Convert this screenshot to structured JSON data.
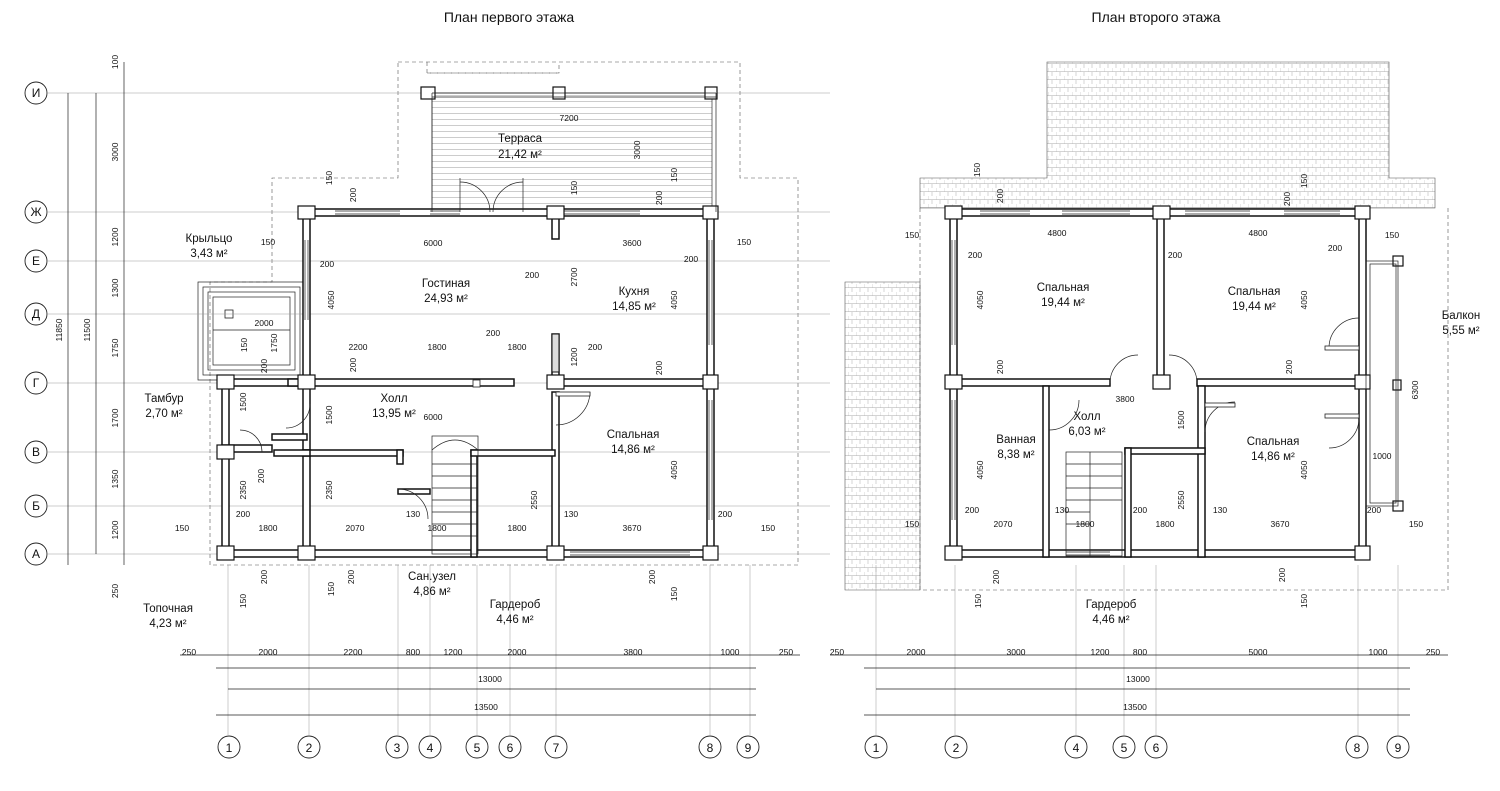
{
  "plan1": {
    "title": "План первого этажа",
    "rooms": {
      "terrace": {
        "name": "Терраса",
        "area": "21,42 м²"
      },
      "porch": {
        "name": "Крыльцо",
        "area": "3,43 м²"
      },
      "living": {
        "name": "Гостиная",
        "area": "24,93 м²"
      },
      "kitchen": {
        "name": "Кухня",
        "area": "14,85 м²"
      },
      "vestibule": {
        "name": "Тамбур",
        "area": "2,70 м²"
      },
      "hall": {
        "name": "Холл",
        "area": "13,95 м²"
      },
      "bedroom": {
        "name": "Спальная",
        "area": "14,86 м²"
      },
      "boiler": {
        "name": "Топочная",
        "area": "4,23 м²"
      },
      "bath": {
        "name": "Сан.узел",
        "area": "4,86 м²"
      },
      "wardrobe": {
        "name": "Гардероб",
        "area": "4,46 м²"
      }
    },
    "rows": [
      "И",
      "Ж",
      "Е",
      "Д",
      "Г",
      "В",
      "Б",
      "А"
    ],
    "cols": [
      "1",
      "2",
      "3",
      "4",
      "5",
      "6",
      "7",
      "8",
      "9"
    ],
    "row_dims": [
      "100",
      "3000",
      "1200",
      "1300",
      "1750",
      "1700",
      "1350",
      "1200",
      "250"
    ],
    "overall_v": [
      "11850",
      "11500"
    ],
    "bottom_dims": [
      "250",
      "2000",
      "2200",
      "800",
      "1200",
      "2000",
      "3800",
      "1000",
      "250"
    ],
    "totals": [
      "13000",
      "13500"
    ],
    "inner": {
      "t7200": "7200",
      "t3000": "3000",
      "t150a": "150",
      "t150b": "150",
      "t150c": "150",
      "t150d": "150",
      "t200a": "200",
      "t200b": "200",
      "t200c": "200",
      "d6000": "6000",
      "d3600": "3600",
      "d150e": "150",
      "d150f": "150",
      "d200a": "200",
      "d200b": "200",
      "d200c": "200",
      "d200d": "200",
      "d200e": "200",
      "d4050a": "4050",
      "d2700": "2700",
      "d4050b": "4050",
      "d2000": "2000",
      "d150g": "150",
      "d1750": "1750",
      "d200f": "200",
      "d2200": "2200",
      "d1800a": "1800",
      "d1800b": "1800",
      "d200g": "200",
      "d200h": "200",
      "d200i": "200",
      "d1200": "1200",
      "d1500a": "1500",
      "d1500b": "1500",
      "d6000b": "6000",
      "d200j": "200",
      "d2350a": "2350",
      "d2350b": "2350",
      "d200k": "200",
      "d200l": "200",
      "d150h": "150",
      "d1800c": "1800",
      "d2070": "2070",
      "d130a": "130",
      "d1800d": "1800",
      "d1800e": "1800",
      "d2550": "2550",
      "d130b": "130",
      "d3670": "3670",
      "d4050c": "4050",
      "d200m": "200",
      "d150i": "150",
      "d200n": "200",
      "d200o": "200",
      "d150j": "150",
      "d150k": "150",
      "d200p": "200",
      "d150l": "150"
    }
  },
  "plan2": {
    "title": "План второго этажа",
    "rooms": {
      "bed1": {
        "name": "Спальная",
        "area": "19,44 м²"
      },
      "bed2": {
        "name": "Спальная",
        "area": "19,44 м²"
      },
      "balcony": {
        "name": "Балкон",
        "area": "5,55 м²"
      },
      "hall": {
        "name": "Холл",
        "area": "6,03 м²"
      },
      "bath": {
        "name": "Ванная",
        "area": "8,38 м²"
      },
      "bed3": {
        "name": "Спальная",
        "area": "14,86 м²"
      },
      "wardrobe": {
        "name": "Гардероб",
        "area": "4,46 м²"
      }
    },
    "cols": [
      "1",
      "2",
      "4",
      "5",
      "6",
      "8",
      "9"
    ],
    "bottom_dims": [
      "250",
      "2000",
      "3000",
      "1200",
      "800",
      "5000",
      "1000",
      "250"
    ],
    "totals": [
      "13000",
      "13500"
    ],
    "inner": {
      "a150": "150",
      "a200": "200",
      "a150b": "150",
      "a200b": "200",
      "a150c": "150",
      "a200c": "200",
      "b4800": "4800",
      "b4800b": "4800",
      "b200": "200",
      "b150": "150",
      "c200": "200",
      "c200b": "200",
      "c4050": "4050",
      "c4050b": "4050",
      "c200c": "200",
      "c200d": "200",
      "c3800": "3800",
      "c1500": "1500",
      "c6300": "6300",
      "c1000": "1000",
      "e4050": "4050",
      "e2550": "2550",
      "e4050b": "4050",
      "f150": "150",
      "f200": "200",
      "f2070": "2070",
      "f130": "130",
      "f1800": "1800",
      "f200b": "200",
      "f1800b": "1800",
      "f130b": "130",
      "f3670": "3670",
      "f200c": "200",
      "f150b": "150",
      "g200": "200",
      "g150": "150",
      "g200b": "200",
      "g150b": "150"
    }
  }
}
